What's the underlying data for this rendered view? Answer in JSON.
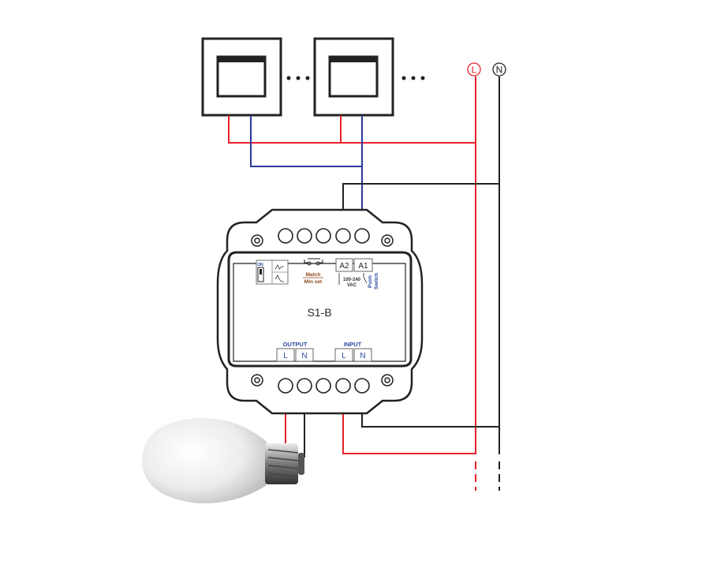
{
  "supply": {
    "live_label": "L",
    "neutral_label": "N"
  },
  "device": {
    "model": "S1-B",
    "dip_on_label": "ON",
    "match_label": "Match",
    "min_set_label": "Min set",
    "terminal_a2": "A2",
    "terminal_a1": "A1",
    "voltage_label": "100-240",
    "vac_label": "VAC",
    "push_label": "Push",
    "switch_label": "Switch",
    "output_label": "OUTPUT",
    "input_label": "INPUT",
    "output_l": "L",
    "output_n": "N",
    "input_l": "L",
    "input_n": "N"
  },
  "colors": {
    "live": "#e8202a",
    "neutral": "#222222",
    "switch_wire": "#2b3a9a",
    "label_brown": "#8b4513",
    "label_blue": "#2b4aa0"
  }
}
